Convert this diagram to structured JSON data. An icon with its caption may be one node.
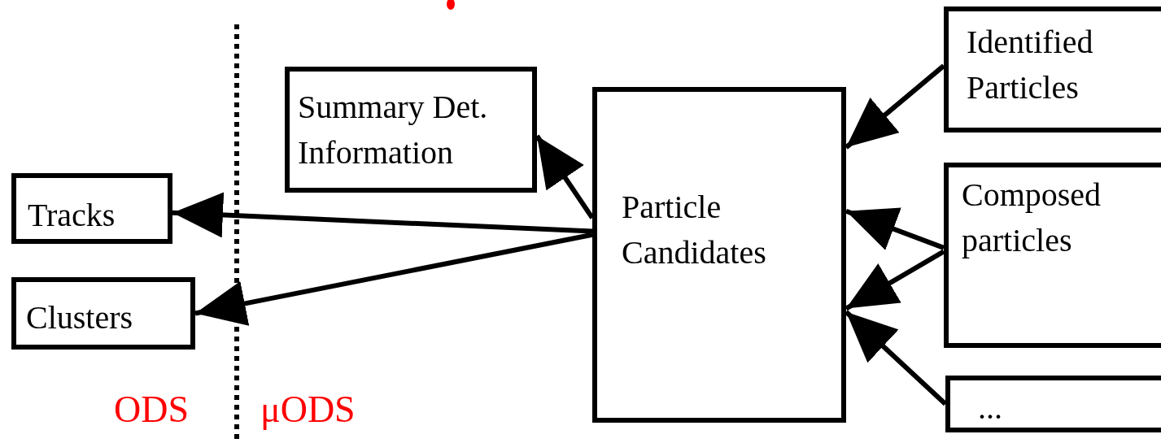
{
  "diagram": {
    "nodes": [
      {
        "text": [
          "Summary Det. Information"
        ]
      },
      {
        "text": [
          "Tracks"
        ]
      },
      {
        "text": [
          "Clusters"
        ]
      },
      {
        "text": [
          "Particle Candidates"
        ]
      },
      {
        "text": [
          "Identified Particles"
        ]
      },
      {
        "text": [
          "Composed particles"
        ]
      },
      {
        "text": [
          "..."
        ]
      }
    ],
    "edges": [
      {
        "from": 3,
        "to": 0,
        "arrow": "to"
      },
      {
        "from": 3,
        "to": 1,
        "arrow": "to"
      },
      {
        "from": 3,
        "to": 2,
        "arrow": "to"
      },
      {
        "from": 4,
        "to": 3,
        "arrow": "to"
      },
      {
        "from": 5,
        "to": 3,
        "arrow": "to"
      },
      {
        "from": 5,
        "to": 3,
        "arrow": "to"
      },
      {
        "from": 6,
        "to": 3,
        "arrow": "to"
      }
    ],
    "labels": [
      "ODS",
      "μODS"
    ]
  }
}
